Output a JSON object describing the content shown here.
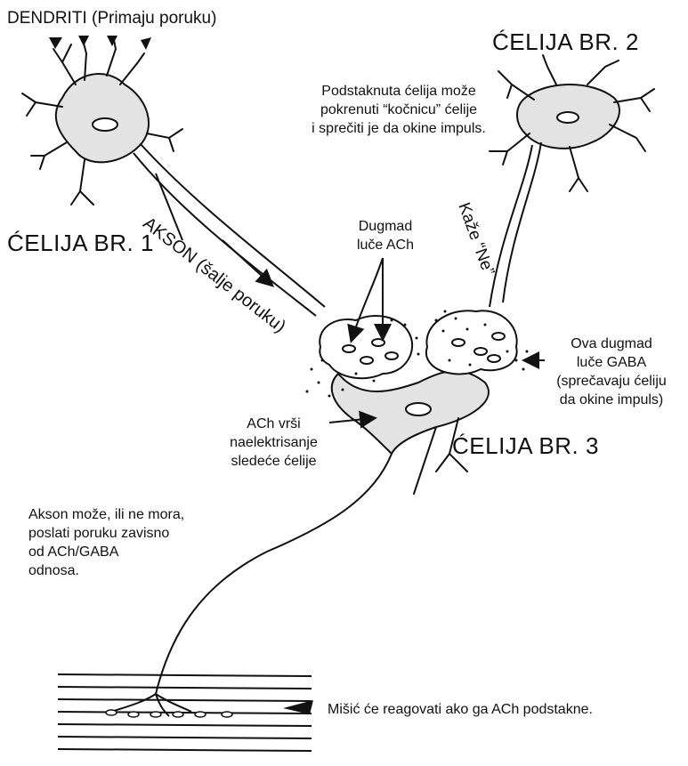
{
  "labels": {
    "dendrites": "DENDRITI (Primaju poruku)",
    "cell1": "ĆELIJA BR. 1",
    "cell2": "ĆELIJA BR. 2",
    "cell3": "ĆELIJA BR. 3",
    "axon": "AKSON (šalje poruku)",
    "says_no": "Kaže “Ne”",
    "brake_note": [
      "Podstaknuta ćelija može",
      "pokrenuti “kočnicu” ćelije",
      "i sprečiti je da okine impuls."
    ],
    "ach_buttons": [
      "Dugmad",
      "luče ACh"
    ],
    "gaba_buttons": [
      "Ova dugmad",
      "luče GABA",
      "(sprečavaju ćeliju",
      "da okine impuls)"
    ],
    "ach_charge": [
      "ACh vrši",
      "naelektrisanje",
      "sledeće ćelije"
    ],
    "axon_note": [
      "Akson može, ili ne mora,",
      "poslati poruku zavisno",
      "od ACh/GABA",
      "odnosa."
    ],
    "muscle_note": "Mišić će reagovati ako ga ACh podstakne."
  },
  "colors": {
    "cell_fill": "#e3e3e3",
    "ink": "#111111"
  }
}
